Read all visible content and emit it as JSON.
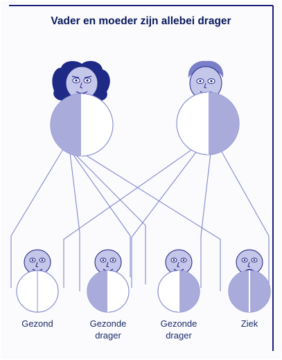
{
  "title": "Vader en moeder zijn allebei drager",
  "colors": {
    "border": "#1a1f7a",
    "title": "#0a1a5c",
    "carrier_fill": "#a9acdb",
    "face_fill": "#c4c6ea",
    "mother_hair": "#1f2a86",
    "father_hair": "#7a7fc9",
    "line": "#8a8fd0"
  },
  "icons": [
    "mother-face-icon",
    "father-face-icon",
    "child-face-icon"
  ],
  "parents": [
    {
      "role": "moeder",
      "status": "drager"
    },
    {
      "role": "vader",
      "status": "drager"
    }
  ],
  "children": [
    {
      "label_line1": "Gezond",
      "label_line2": "",
      "genotype": "healthy"
    },
    {
      "label_line1": "Gezonde",
      "label_line2": "drager",
      "genotype": "carrier"
    },
    {
      "label_line1": "Gezonde",
      "label_line2": "drager",
      "genotype": "carrier"
    },
    {
      "label_line1": "Ziek",
      "label_line2": "",
      "genotype": "affected"
    }
  ]
}
